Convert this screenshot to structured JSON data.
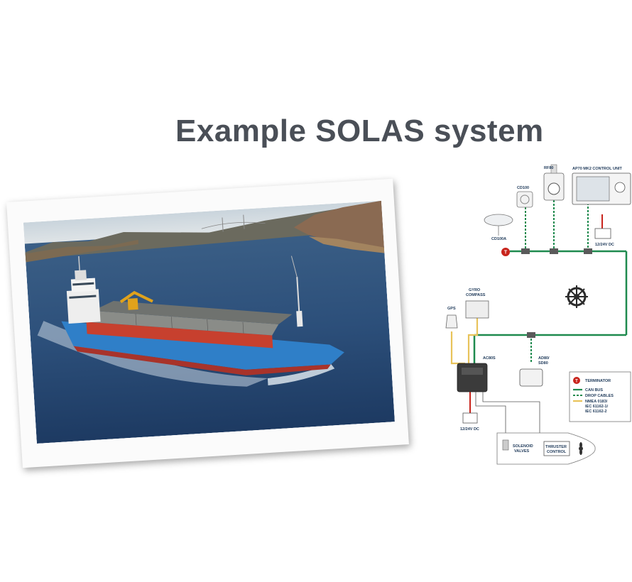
{
  "title": "Example SOLAS system",
  "diagram": {
    "labels": {
      "rf80": "RF80",
      "ap70": "AP70 MK2 CONTROL UNIT",
      "cd100": "CD100",
      "cd100a": "CD100A",
      "power_top": "12/24V DC",
      "gyro_line1": "GYRO",
      "gyro_line2": "COMPASS",
      "gps": "GPS",
      "ac80s": "AC80S",
      "ad80": "AD80/",
      "sd80": "SD80",
      "power_bottom": "12/24V DC",
      "solenoid_line1": "SOLENOID",
      "solenoid_line2": "VALVES",
      "thruster_line1": "THRUSTER",
      "thruster_line2": "CONTROL",
      "terminator_symbol": "T"
    },
    "legend": {
      "terminator": "TERMINATOR",
      "can_bus": "CAN BUS",
      "drop_cables": "DROP CABLES",
      "nmea_line1": "NMEA 0183/",
      "nmea_line2": "IEC 61162-1/",
      "nmea_line3": "IEC 61162-2"
    },
    "colors": {
      "can_bus": "#1e8a4e",
      "drop_cables": "#1e8a4e",
      "nmea": "#e8c35a",
      "power": "#c8241c",
      "terminator": "#c8241c"
    }
  }
}
